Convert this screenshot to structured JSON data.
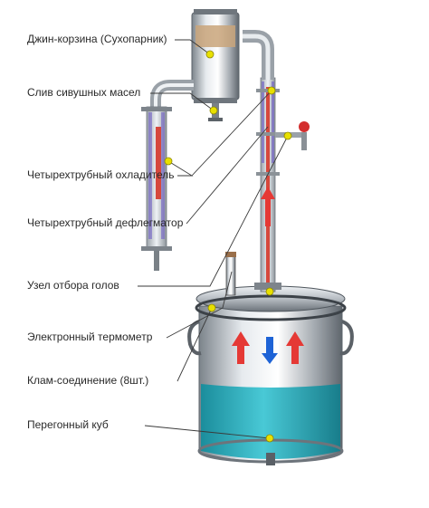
{
  "labels": [
    {
      "id": "gin-basket",
      "text": "Джин-корзина (Сухопарник)"
    },
    {
      "id": "fusel-drain",
      "text": "Слив сивушных масел"
    },
    {
      "id": "condenser",
      "text": "Четырехтрубный охладитель"
    },
    {
      "id": "dephlegmator",
      "text": "Четырехтрубный дефлегматор"
    },
    {
      "id": "heads-unit",
      "text": "Узел отбора голов"
    },
    {
      "id": "thermometer",
      "text": "Электронный термометр"
    },
    {
      "id": "clamp",
      "text": "Клам-соединение (8шт.)"
    },
    {
      "id": "boiler",
      "text": "Перегонный куб"
    }
  ],
  "colors": {
    "leader_line": "#3a3a3a",
    "marker": "#e8e000",
    "steel": "#b9bfc5",
    "steel_dark": "#6f767d",
    "water": "#27b2c2",
    "vapor_arrow": "#e53935",
    "cold_arrow": "#1e63d6"
  }
}
